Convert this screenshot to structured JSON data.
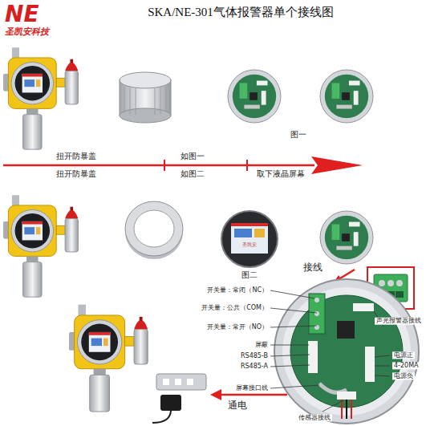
{
  "diagram": {
    "title": "SKA/NE-301气体报警器单个接线图",
    "labels": [
      "NE",
      "圣凯安科技",
      "扭开防暴盖",
      "如图一",
      "图一",
      "扭开防暴盖",
      "如图二",
      "取下液晶屏幕",
      "圣凯安",
      "图二",
      "接线",
      "开关量：常闭（NC）",
      "开关量：公共（COM）",
      "开关量：常开（NO）",
      "屏蔽",
      "RS485-B",
      "RS485-A",
      "屏幕接口线",
      "声光报警器接线",
      "电源正",
      "4-20MA",
      "电源负",
      "传感器接线",
      "通电"
    ]
  }
}
